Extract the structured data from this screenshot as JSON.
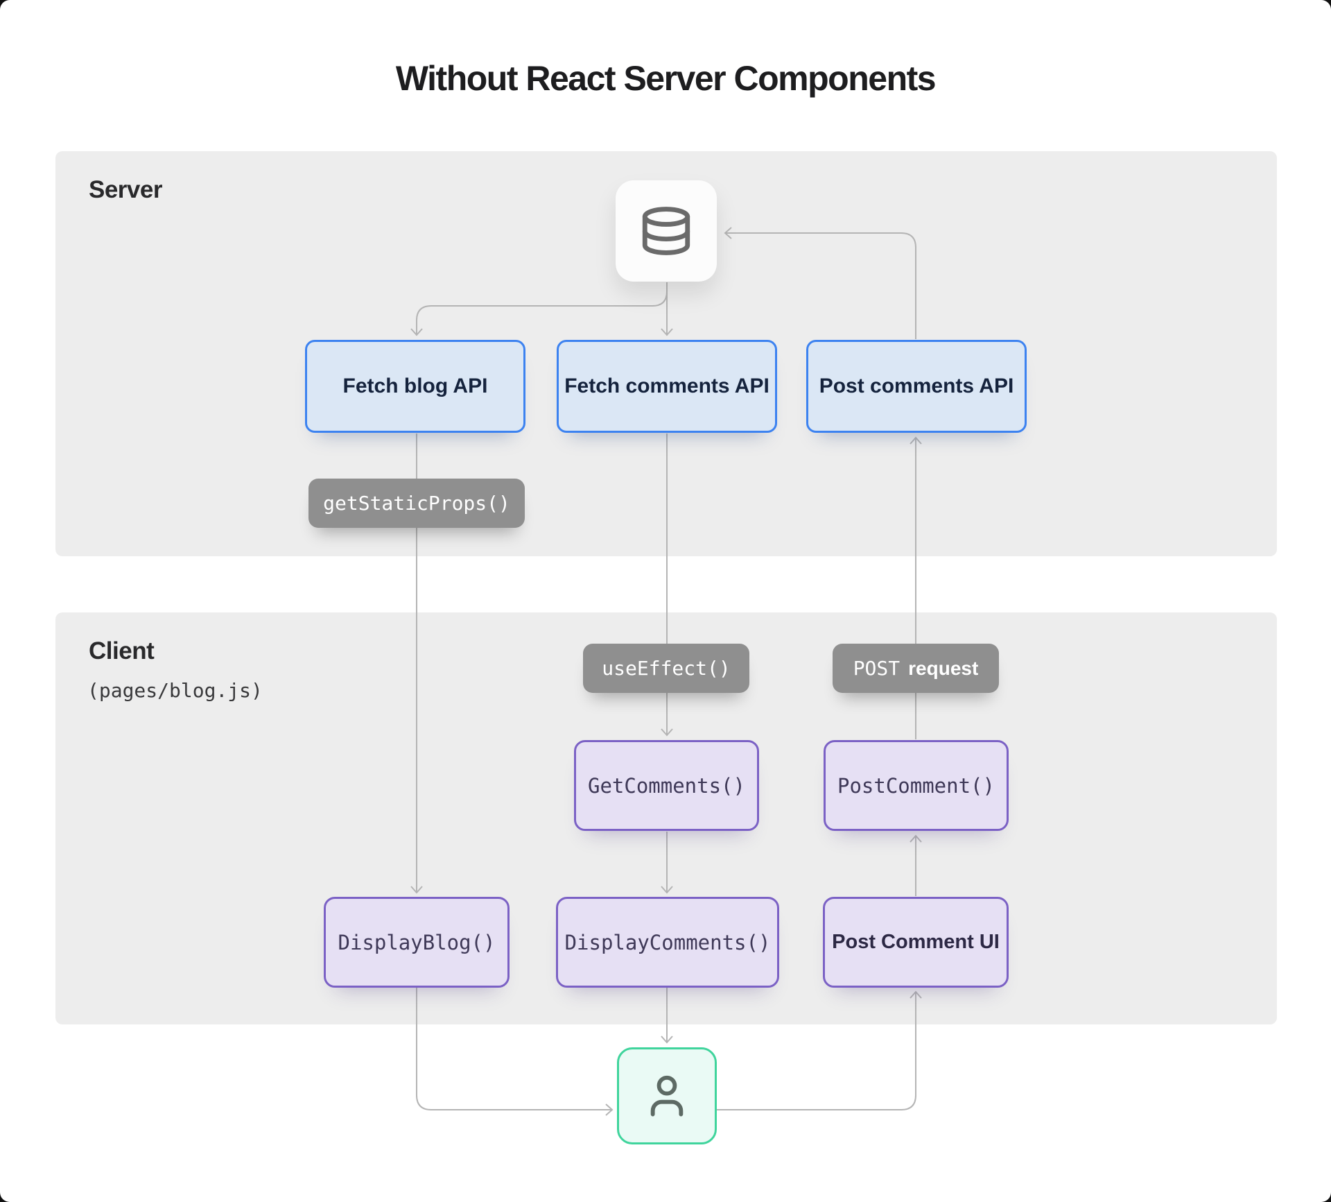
{
  "title": "Without React Server Components",
  "colors": {
    "panel": "#ededed",
    "line": "#b4b4b4",
    "blue_fill": "#dbe7f5",
    "blue_border": "#3c82f0",
    "purple_fill": "#e6e0f4",
    "purple_border": "#7b61c5",
    "pill": "#8f8f8f",
    "green_fill": "#eafaf5",
    "green_border": "#3fd49c"
  },
  "server": {
    "label": "Server",
    "nodes": {
      "fetch_blog": "Fetch blog API",
      "fetch_comments": "Fetch comments API",
      "post_comments": "Post comments API",
      "get_static_props": "getStaticProps()"
    }
  },
  "client": {
    "label": "Client",
    "sublabel": "(pages/blog.js)",
    "nodes": {
      "use_effect": "useEffect()",
      "post_word": "POST",
      "request_word": "request",
      "get_comments": "GetComments()",
      "post_comment": "PostComment()",
      "display_blog": "DisplayBlog()",
      "display_comments": "DisplayComments()",
      "post_comment_ui": "Post Comment UI"
    }
  },
  "icons": {
    "database": "database-icon",
    "user": "user-icon"
  }
}
